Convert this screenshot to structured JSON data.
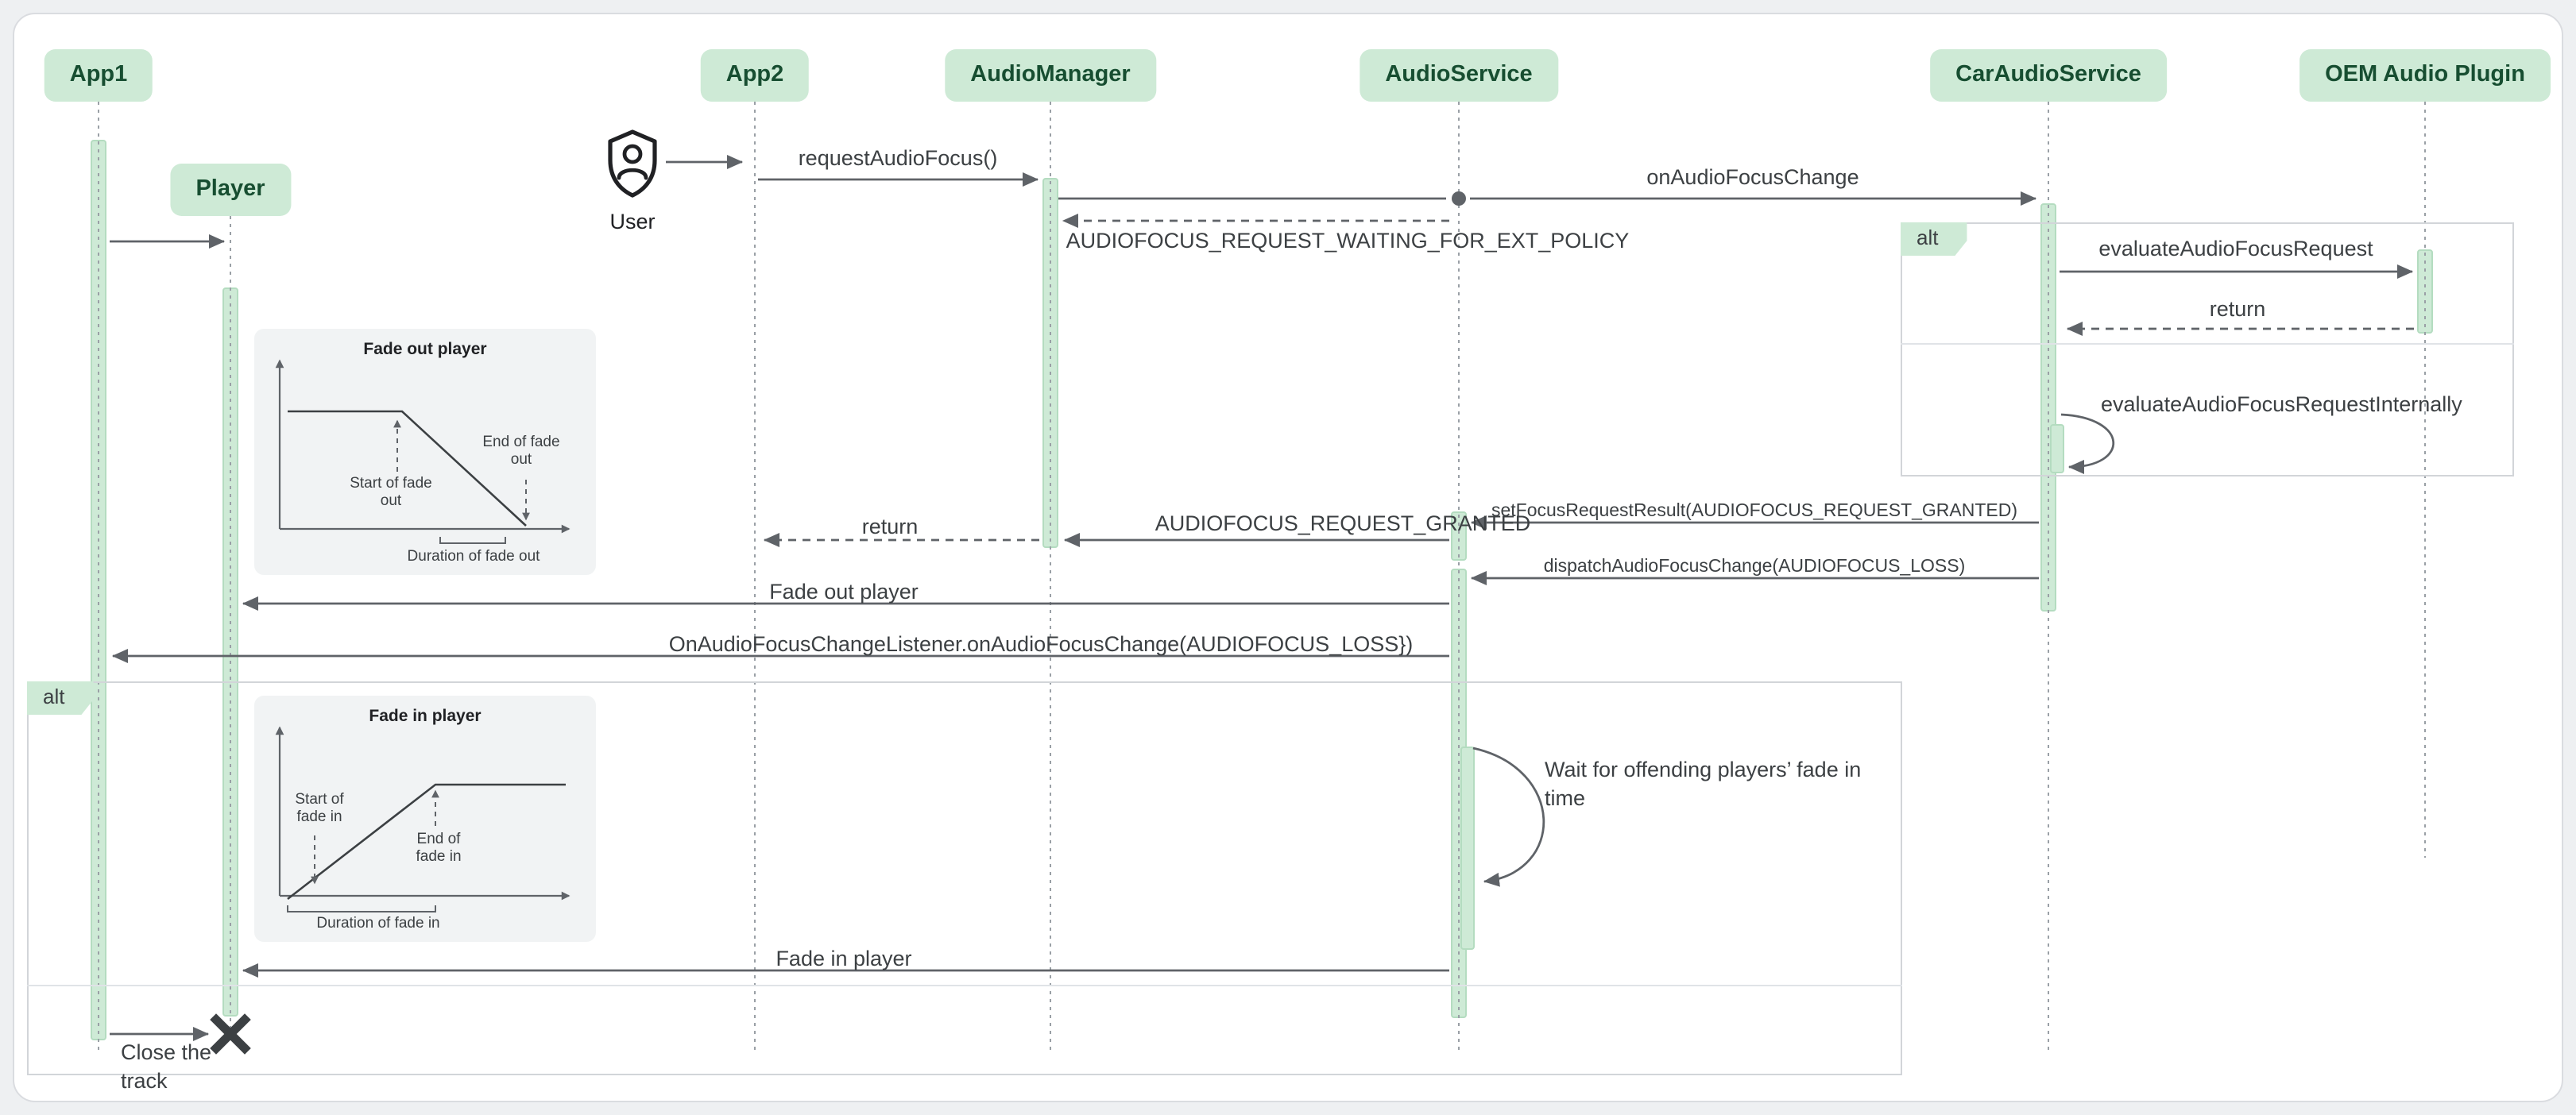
{
  "colors": {
    "accent_fill": "#ceead6",
    "accent_text": "#174e31",
    "arrow": "#5f6368",
    "text": "#3c4043",
    "card_bg": "#ffffff",
    "page_bg": "#eef0f2"
  },
  "participants": [
    {
      "label": "App1"
    },
    {
      "label": "App2"
    },
    {
      "label": "AudioManager"
    },
    {
      "label": "AudioService"
    },
    {
      "label": "CarAudioService"
    },
    {
      "label": "OEM Audio Plugin"
    }
  ],
  "player": {
    "label": "Player"
  },
  "user": {
    "label": "User"
  },
  "fragments": {
    "alt1": "alt",
    "alt2": "alt"
  },
  "messages": {
    "request_audio_focus": "requestAudioFocus()",
    "on_audio_focus_change": "onAudioFocusChange",
    "waiting_ext_policy": "AUDIOFOCUS_REQUEST_WAITING_FOR_EXT_POLICY",
    "evaluate_request": "evaluateAudioFocusRequest",
    "return_1": "return",
    "evaluate_internally": "evaluateAudioFocusRequestInternally",
    "set_focus_result": "setFocusRequestResult(AUDIOFOCUS_REQUEST_GRANTED)",
    "request_granted": "AUDIOFOCUS_REQUEST_GRANTED",
    "return_2": "return",
    "dispatch_change": "dispatchAudioFocusChange(AUDIOFOCUS_LOSS)",
    "fade_out_player": "Fade out player",
    "listener_callback": "OnAudioFocusChangeListener.onAudioFocusChange(AUDIOFOCUS_LOSS})",
    "wait_note": "Wait for offending players’ fade in time",
    "fade_in_player": "Fade in player",
    "close_track": "Close the track"
  },
  "insets": {
    "fade_out": {
      "title": "Fade out player",
      "start": "Start of fade out",
      "end": "End of fade out",
      "duration": "Duration of fade out"
    },
    "fade_in": {
      "title": "Fade in player",
      "start": "Start of fade in",
      "end": "End of fade in",
      "duration": "Duration of fade in"
    }
  }
}
